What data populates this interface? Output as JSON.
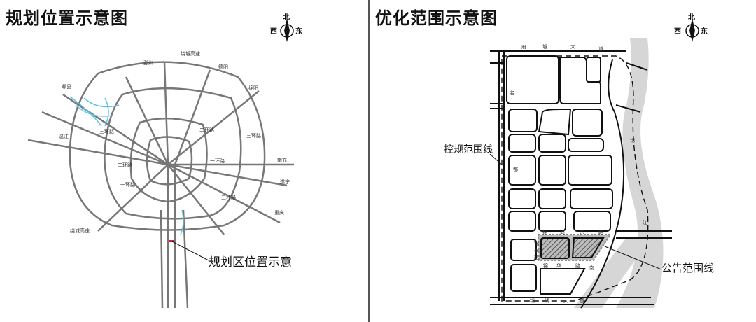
{
  "left_panel": {
    "title": "规划位置示意图",
    "compass": {
      "north": "北",
      "west": "西",
      "east": "东"
    },
    "labels": {
      "ring_expressway_top": "绕城高速",
      "ring_expressway_bottom": "绕城高速",
      "pengzhou": "彭州",
      "deyang": "德阳",
      "mianyang": "绵阳",
      "pixian": "郫县",
      "wenjiang": "温江",
      "nanchong": "南充",
      "suining": "遂宁",
      "chongqing": "重庆",
      "third_ring_w": "三环路",
      "third_ring_e": "三环路",
      "second_ring_w": "二环路",
      "second_ring_e": "二环路",
      "first_ring_w": "一环路",
      "first_ring_e": "一环路",
      "third_ring_se": "三环路"
    },
    "callout": "规划区位置示意"
  },
  "right_panel": {
    "title": "优化范围示意图",
    "compass": {
      "north": "北",
      "west": "西",
      "east": "东"
    },
    "callout_plan": "控规范围线",
    "callout_notice": "公告范围线",
    "roads": {
      "top": [
        "府",
        "城",
        "大",
        "道"
      ],
      "mid": [
        "锦",
        "尚",
        "东",
        "路"
      ],
      "bottom": [
        "锦",
        "华",
        "路",
        "南"
      ],
      "lower": [
        "锦",
        "绣",
        "大",
        "道"
      ],
      "west_side": [
        "名",
        "都"
      ],
      "river_east": [
        "锦",
        "江"
      ],
      "west_vertical": [
        "锦",
        "泰",
        "路"
      ]
    }
  },
  "colors": {
    "road": "#777777",
    "river": "#5fc3e4",
    "river_band": "#d6d6d6",
    "hatch": "#777777",
    "marker": "#d02040"
  }
}
